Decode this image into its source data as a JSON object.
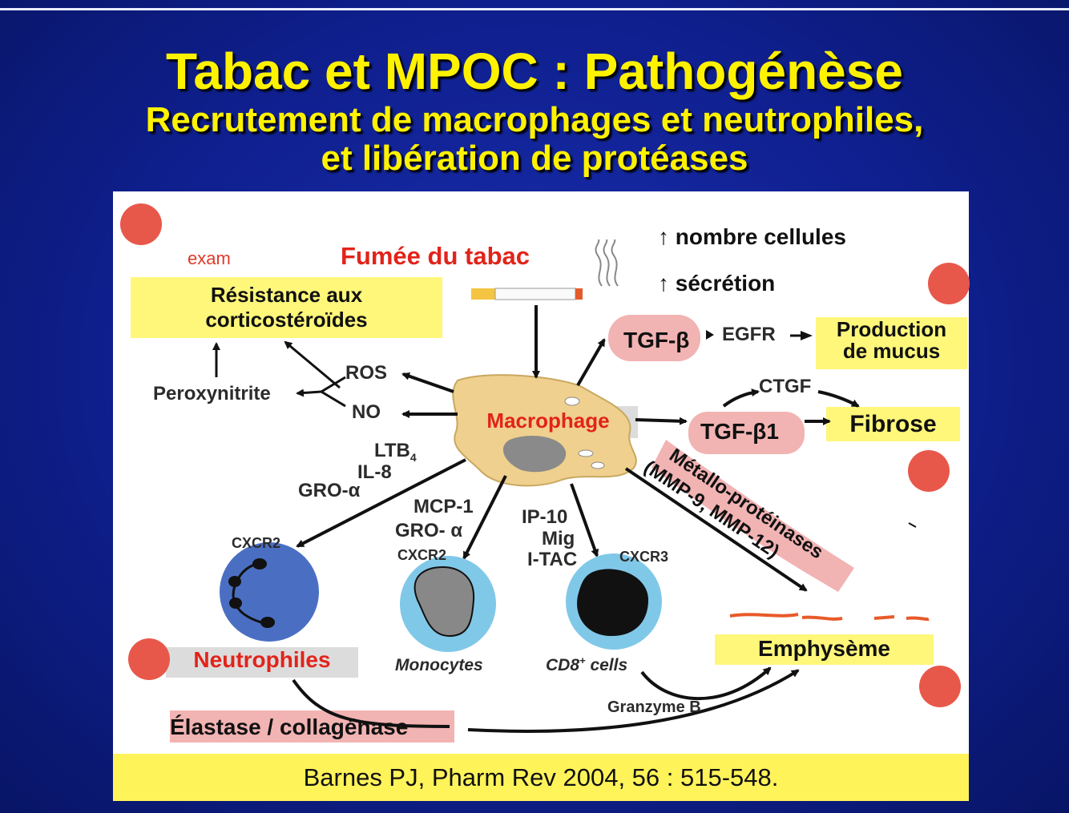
{
  "slide": {
    "title_line1": "Tabac et MPOC : Pathogénèse",
    "title_line2": "Recrutement de macrophages et neutrophiles,",
    "title_line3": "et libération de protéases"
  },
  "colors": {
    "background": "#1a2fb0",
    "title": "#fff200",
    "highlight_yellow": "#fff77a",
    "highlight_pink": "#f2b3b3",
    "marker_dot": "#e8584a",
    "red_text": "#e2231a"
  },
  "diagram": {
    "exam_label": "exam",
    "smoke_label": "Fumée du tabac",
    "legend_cells": "↑ nombre cellules",
    "legend_secretion": "↑ sécrétion",
    "resistance_line1": "Résistance aux",
    "resistance_line2": "corticostéroïdes",
    "ros": "ROS",
    "no": "NO",
    "peroxynitrite": "Peroxynitrite",
    "macrophage": "Macrophage",
    "tgfb": "TGF-β",
    "egfr": "EGFR",
    "mucus_line1": "Production",
    "mucus_line2": "de mucus",
    "ctgf": "CTGF",
    "tgfb1": "TGF-β1",
    "fibrose": "Fibrose",
    "mmp_line1": "Métallo-protéinases",
    "mmp_line2": "(MMP-9, MMP-12)",
    "ltb4": "LTB",
    "ltb4_sub": "4",
    "il8": "IL-8",
    "gro_alpha_1": "GRO-α",
    "mcp1": "MCP-1",
    "gro_alpha_2": "GRO- α",
    "cxcr2_a": "CXCR2",
    "cxcr2_b": "CXCR2",
    "ip10": "IP-10",
    "mig": "Mig",
    "itac": "I-TAC",
    "cxcr3": "CXCR3",
    "neutrophiles": "Neutrophiles",
    "monocytes": "Monocytes",
    "cd8": "CD8",
    "cd8_sup": "+",
    "cd8_cells": " cells",
    "emphyseme": "Emphysème",
    "granzyme": "Granzyme B",
    "elastase": "Élastase / collagénase"
  },
  "footer": {
    "citation": "Barnes PJ, Pharm Rev 2004, 56 : 515-548."
  }
}
